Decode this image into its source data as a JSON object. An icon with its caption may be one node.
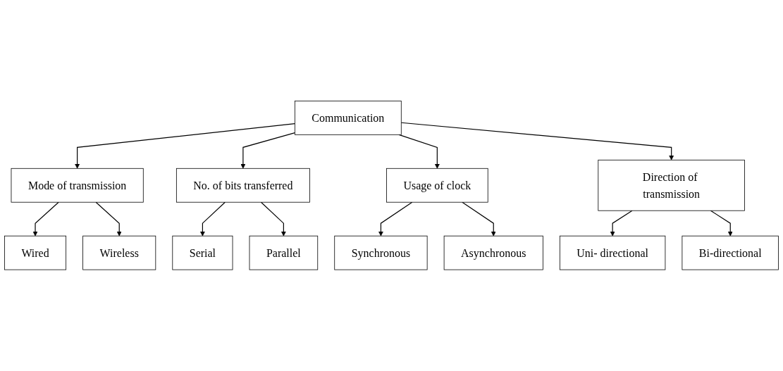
{
  "diagram": {
    "nodes": [
      {
        "text": [
          "Communication"
        ]
      },
      {
        "text": [
          "Mode of transmission"
        ]
      },
      {
        "text": [
          "No. of bits transferred"
        ]
      },
      {
        "text": [
          "Usage of clock"
        ]
      },
      {
        "text": [
          "Direction of transmission"
        ]
      },
      {
        "text": [
          "Wired"
        ]
      },
      {
        "text": [
          "Wireless"
        ]
      },
      {
        "text": [
          "Serial"
        ]
      },
      {
        "text": [
          "Parallel"
        ]
      },
      {
        "text": [
          "Synchronous"
        ]
      },
      {
        "text": [
          "Asynchronous"
        ]
      },
      {
        "text": [
          "Uni- directional"
        ]
      },
      {
        "text": [
          "Bi-directional"
        ]
      }
    ],
    "edges": [
      {
        "from": 0,
        "to": 1,
        "arrow": "to"
      },
      {
        "from": 0,
        "to": 2,
        "arrow": "to"
      },
      {
        "from": 0,
        "to": 3,
        "arrow": "to"
      },
      {
        "from": 0,
        "to": 4,
        "arrow": "to"
      },
      {
        "from": 1,
        "to": 5,
        "arrow": "to"
      },
      {
        "from": 1,
        "to": 6,
        "arrow": "to"
      },
      {
        "from": 2,
        "to": 7,
        "arrow": "to"
      },
      {
        "from": 2,
        "to": 8,
        "arrow": "to"
      },
      {
        "from": 3,
        "to": 9,
        "arrow": "to"
      },
      {
        "from": 3,
        "to": 10,
        "arrow": "to"
      },
      {
        "from": 4,
        "to": 11,
        "arrow": "to"
      },
      {
        "from": 4,
        "to": 12,
        "arrow": "to"
      }
    ]
  }
}
